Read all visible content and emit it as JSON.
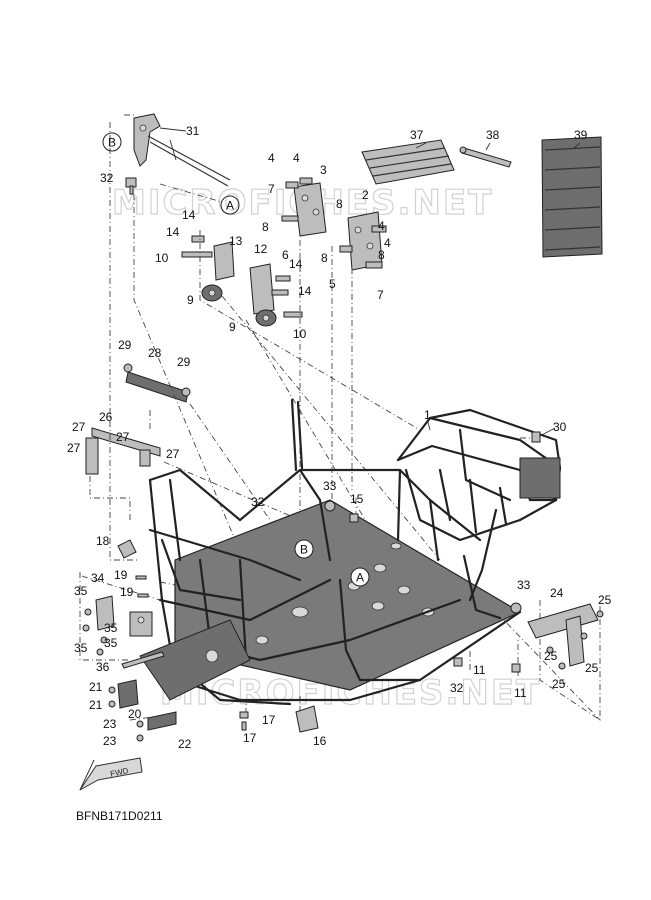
{
  "diagram_code": "BFNB171D0211",
  "watermark_top": "MICROFICHES.NET",
  "watermark_bottom": "MICROFICHES.NET",
  "fwd_label": "FWD",
  "ref_letters": {
    "a": "A",
    "b": "B"
  },
  "callouts": {
    "c1": "1",
    "c2": "2",
    "c3": "3",
    "c4a": "4",
    "c4b": "4",
    "c4c": "4",
    "c4d": "4",
    "c5": "5",
    "c6": "6",
    "c7a": "7",
    "c7b": "7",
    "c8a": "8",
    "c8b": "8",
    "c8c": "8",
    "c8d": "8",
    "c9a": "9",
    "c9b": "9",
    "c10a": "10",
    "c10b": "10",
    "c11a": "11",
    "c11b": "11",
    "c12": "12",
    "c13": "13",
    "c14a": "14",
    "c14b": "14",
    "c14c": "14",
    "c14d": "14",
    "c15": "15",
    "c16": "16",
    "c17a": "17",
    "c17b": "17",
    "c18": "18",
    "c19a": "19",
    "c19b": "19",
    "c20": "20",
    "c21a": "21",
    "c21b": "21",
    "c22": "22",
    "c23a": "23",
    "c23b": "23",
    "c24": "24",
    "c25a": "25",
    "c25b": "25",
    "c25c": "25",
    "c25d": "25",
    "c26": "26",
    "c27a": "27",
    "c27b": "27",
    "c27c": "27",
    "c27d": "27",
    "c28": "28",
    "c29a": "29",
    "c29b": "29",
    "c30": "30",
    "c31": "31",
    "c32a": "32",
    "c32b": "32",
    "c32c": "32",
    "c33a": "33",
    "c33b": "33",
    "c34": "34",
    "c35a": "35",
    "c35b": "35",
    "c35c": "35",
    "c35d": "35",
    "c36": "36",
    "c37": "37",
    "c38": "38",
    "c39": "39"
  }
}
